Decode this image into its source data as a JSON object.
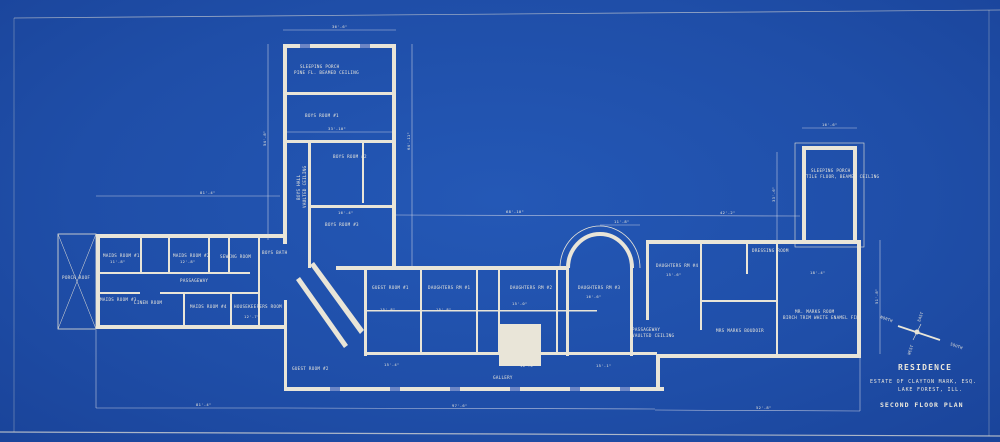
{
  "title_block": {
    "title": "RESIDENCE",
    "estate": "ESTATE OF CLAYTON MARK, ESQ.",
    "location": "LAKE FOREST, ILL.",
    "sheet": "SECOND FLOOR PLAN"
  },
  "compass": {
    "north": "NORTH",
    "south": "SOUTH",
    "east": "EAST",
    "west": "WEST"
  },
  "rooms": {
    "sleeping_porch_1": "SLEEPING PORCH",
    "sleeping_porch_1_note": "PINE FL. BEAMED CEILING",
    "boys_room_1": "BOYS ROOM #1",
    "boys_room_2": "BOYS ROOM #2",
    "boys_room_3": "BOYS ROOM #3",
    "boys_hall": "BOYS HALL",
    "boys_hall_note": "VAULTED CEILING",
    "porch_roof": "PORCH ROOF",
    "maids_room_1": "MAIDS ROOM #1",
    "maids_room_2": "MAIDS ROOM #2",
    "maids_room_3": "MAIDS ROOM #3",
    "maids_room_4": "MAIDS ROOM #4",
    "sewing_room": "SEWING ROOM",
    "boys_bath": "BOYS BATH",
    "passageway_west": "PASSAGEWAY",
    "linen_room": "LINEN ROOM",
    "housekeeper_room": "HOUSEKEEPERS ROOM",
    "guest_room_1": "GUEST ROOM #1",
    "guest_room_2": "GUEST ROOM #2",
    "daughters_rm_1": "DAUGHTERS RM #1",
    "daughters_rm_2": "DAUGHTERS RM #2",
    "daughters_rm_3": "DAUGHTERS RM #3",
    "daughters_rm_4": "DAUGHTERS RM #4",
    "gallery": "GALLERY",
    "passageway_east": "PASSAGEWAY",
    "passageway_east_note": "VAULTED CEILING",
    "dressing_room": "DRESSING ROOM",
    "boudoir": "MRS MARKS BOUDOIR",
    "mr_marks_room": "MR. MARKS ROOM",
    "mr_marks_room_note": "BIRCH TRIM WHITE ENAMEL FIN.",
    "sleeping_porch_2": "SLEEPING PORCH",
    "sleeping_porch_2_note": "TILE FLOOR, BEAMED CEILING"
  },
  "dimensions": {
    "wing_width": "36'-6\"",
    "porch_width": "33'-10\"",
    "wing_depth": "54'-8\"",
    "wing_depth_right": "64'-11\"",
    "west_run": "81'-4\"",
    "center_run": "68'-10\"",
    "bay_width": "11'-8\"",
    "east_run": "42'-2\"",
    "east_porch_width": "16'-6\"",
    "east_porch_depth": "33'-6\"",
    "east_depth": "51'-8\"",
    "bottom_left": "81'-4\"",
    "bottom_mid": "97'-6\"",
    "bottom_right": "52'-8\"",
    "hall_width": "16'-4\"",
    "guest_w": "15'-8\"",
    "dtr1_w": "15'-8\"",
    "dtr2_w": "15'-0\"",
    "dtr3_w": "16'-6\"",
    "dtr4_w": "15'-6\"",
    "mr_w": "18'-4\"",
    "gallery_a": "15'-4\"",
    "gallery_b": "16'-4\"",
    "gallery_c": "15'-1\"",
    "maid1_w": "11'-8\"",
    "maid2_w": "12'-8\"",
    "hk_w": "12'-7\""
  }
}
